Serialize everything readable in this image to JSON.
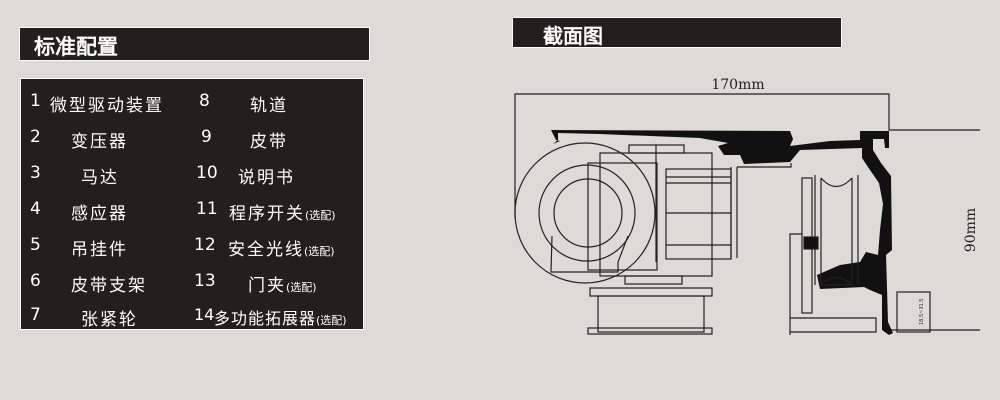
{
  "left_title": "标准配置",
  "right_title": "截面图",
  "items_left": [
    {
      "num": "1",
      "label": "微型驱动装置",
      "opt": ""
    },
    {
      "num": "2",
      "label": "变压器",
      "opt": ""
    },
    {
      "num": "3",
      "label": "马达",
      "opt": ""
    },
    {
      "num": "4",
      "label": "感应器",
      "opt": ""
    },
    {
      "num": "5",
      "label": "吊挂件",
      "opt": ""
    },
    {
      "num": "6",
      "label": "皮带支架",
      "opt": ""
    },
    {
      "num": "7",
      "label": "张紧轮",
      "opt": ""
    }
  ],
  "items_right": [
    {
      "num": "8",
      "label": "轨道",
      "opt": ""
    },
    {
      "num": "9",
      "label": "皮带",
      "opt": ""
    },
    {
      "num": "10",
      "label": "说明书",
      "opt": ""
    },
    {
      "num": "11",
      "label": "程序开关",
      "opt": "(选配)"
    },
    {
      "num": "12",
      "label": "安全光线",
      "opt": "(选配)"
    },
    {
      "num": "13",
      "label": "门夹",
      "opt": "(选配)"
    },
    {
      "num": "14",
      "label": "多功能拓展器",
      "opt": "(选配)"
    }
  ],
  "diagram": {
    "width_label": "170mm",
    "height_label": "90mm",
    "clamp_range_label": "18.5~31.5"
  }
}
